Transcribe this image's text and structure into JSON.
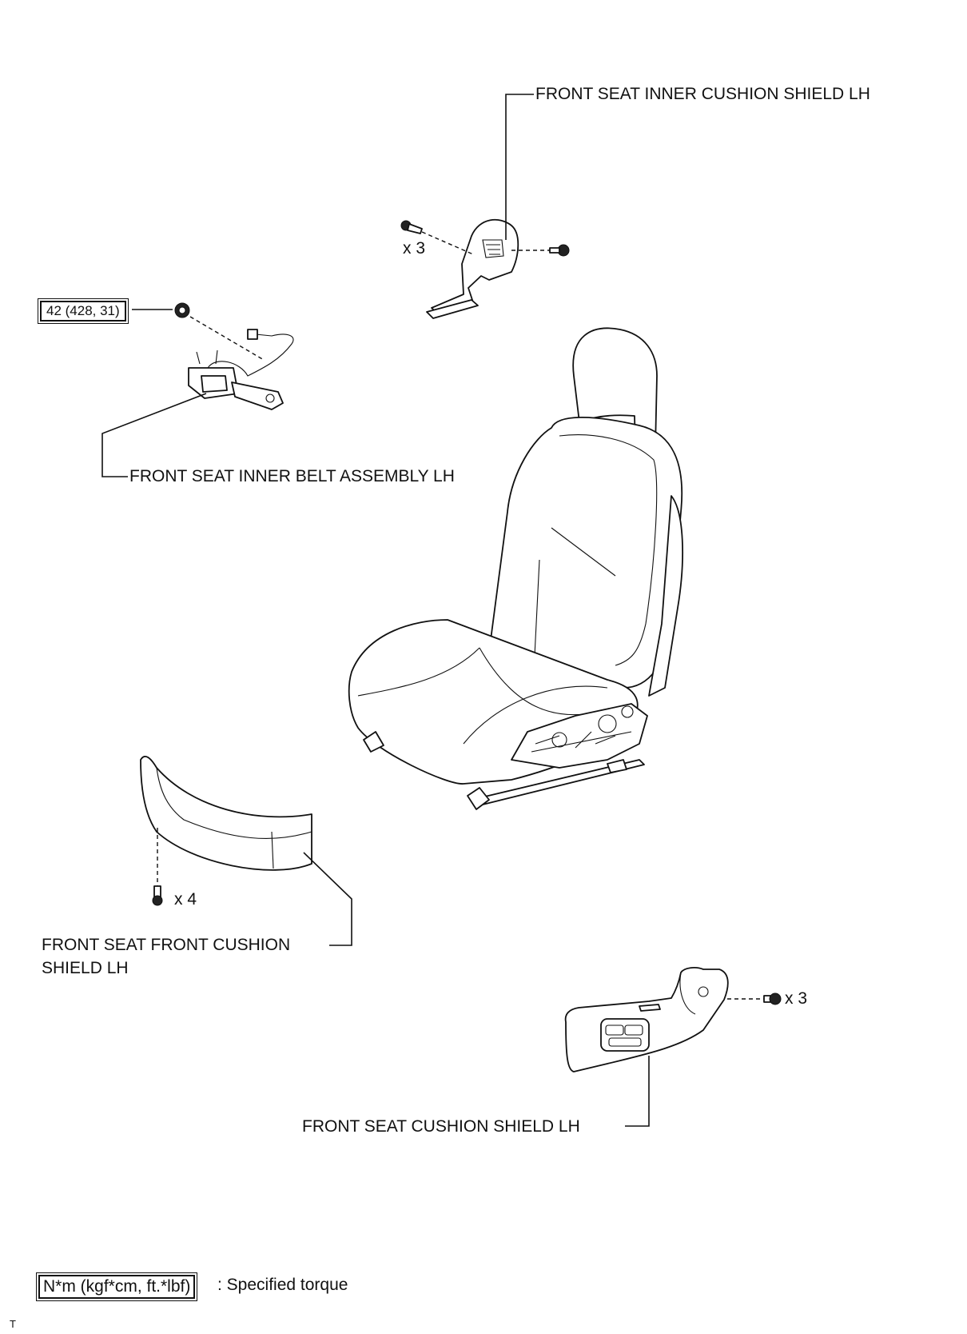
{
  "diagram": {
    "callouts": {
      "inner_cushion_shield": "FRONT SEAT INNER CUSHION SHIELD LH",
      "inner_belt_assembly": "FRONT SEAT INNER BELT ASSEMBLY LH",
      "front_cushion_shield_line1": "FRONT SEAT FRONT CUSHION",
      "front_cushion_shield_line2": "SHIELD LH",
      "cushion_shield": "FRONT SEAT CUSHION SHIELD LH"
    },
    "quantities": {
      "inner_shield_screws": "x 3",
      "front_shield_screws": "x 4",
      "cushion_shield_screws": "x 3"
    },
    "torque_spec": "42 (428, 31)",
    "legend": {
      "box_text": "N*m (kgf*cm, ft.*lbf)",
      "description": ": Specified torque"
    },
    "corner_mark": "T"
  }
}
